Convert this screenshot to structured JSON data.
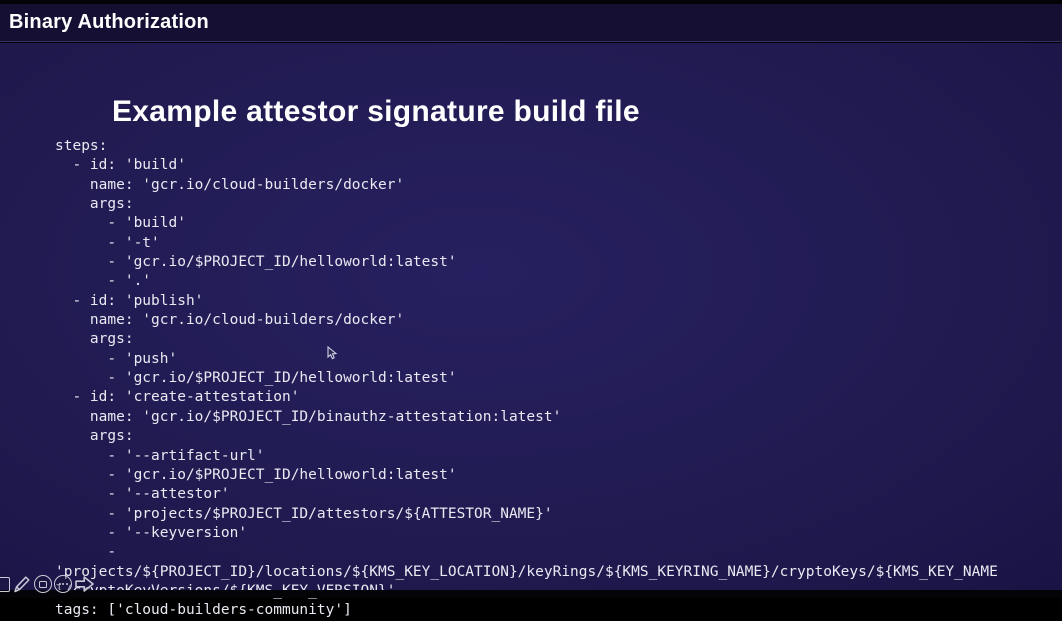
{
  "header": {
    "title": "Binary Authorization"
  },
  "slide": {
    "title": "Example attestor signature build file"
  },
  "code": {
    "language": "yaml",
    "lines": [
      "steps:",
      "  - id: 'build'",
      "    name: 'gcr.io/cloud-builders/docker'",
      "    args:",
      "      - 'build'",
      "      - '-t'",
      "      - 'gcr.io/$PROJECT_ID/helloworld:latest'",
      "      - '.'",
      "  - id: 'publish'",
      "    name: 'gcr.io/cloud-builders/docker'",
      "    args:",
      "      - 'push'",
      "      - 'gcr.io/$PROJECT_ID/helloworld:latest'",
      "  - id: 'create-attestation'",
      "    name: 'gcr.io/$PROJECT_ID/binauthz-attestation:latest'",
      "    args:",
      "      - '--artifact-url'",
      "      - 'gcr.io/$PROJECT_ID/helloworld:latest'",
      "      - '--attestor'",
      "      - 'projects/$PROJECT_ID/attestors/${ATTESTOR_NAME}'",
      "      - '--keyversion'",
      "      -",
      "'projects/${PROJECT_ID}/locations/${KMS_KEY_LOCATION}/keyRings/${KMS_KEYRING_NAME}/cryptoKeys/${KMS_KEY_NAME",
      "}/cryptoKeyVersions/${KMS_KEY_VERSION}'",
      "tags: ['cloud-builders-community']"
    ]
  },
  "toolbar": {
    "icons": [
      "shape-square-icon",
      "pencil-icon",
      "screen-box-icon",
      "more-ellipsis-icon",
      "next-arrow-icon"
    ]
  },
  "colors": {
    "top_strip": "#040308",
    "header_background": "#150f33",
    "divider": "#37315f",
    "main_background": "#211b52",
    "text": "#e9e9f2"
  }
}
